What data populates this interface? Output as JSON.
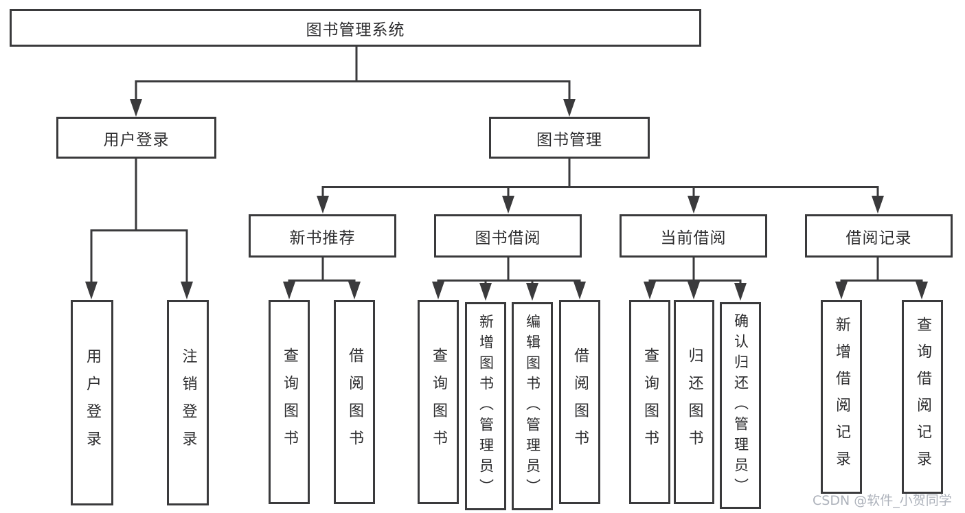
{
  "tree": {
    "root": {
      "label": "图书管理系统",
      "children": [
        {
          "label": "用户登录",
          "children": [
            {
              "label": "用户登录"
            },
            {
              "label": "注销登录"
            }
          ]
        },
        {
          "label": "图书管理",
          "children": [
            {
              "label": "新书推荐",
              "children": [
                {
                  "label": "查询图书"
                },
                {
                  "label": "借阅图书"
                }
              ]
            },
            {
              "label": "图书借阅",
              "children": [
                {
                  "label": "查询图书"
                },
                {
                  "label": "新增图书（管理员）"
                },
                {
                  "label": "编辑图书（管理员）"
                },
                {
                  "label": "借阅图书"
                }
              ]
            },
            {
              "label": "当前借阅",
              "children": [
                {
                  "label": "查询图书"
                },
                {
                  "label": "归还图书"
                },
                {
                  "label": "确认归还（管理员）"
                }
              ]
            },
            {
              "label": "借阅记录",
              "children": [
                {
                  "label": "新增借阅记录"
                },
                {
                  "label": "查询借阅记录"
                }
              ]
            }
          ]
        }
      ]
    }
  },
  "watermark": "CSDN @软件_小贺同学",
  "colors": {
    "line": "#3a3a3c",
    "text": "#2c2c2e",
    "watermark": "#a5aab4",
    "background": "#ffffff"
  }
}
